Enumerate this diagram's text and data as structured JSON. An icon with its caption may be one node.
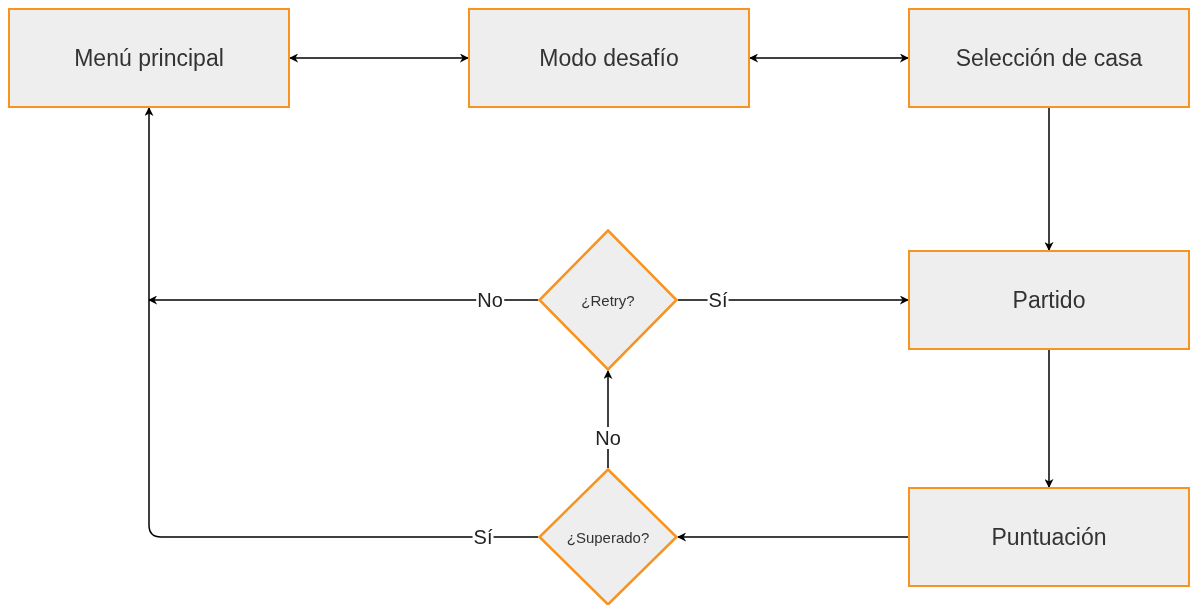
{
  "diagram": {
    "nodes": [
      {
        "text": [
          "Menú principal"
        ]
      },
      {
        "text": [
          "Modo desafío"
        ]
      },
      {
        "text": [
          "Selección de casa"
        ]
      },
      {
        "text": [
          "¿Retry?"
        ]
      },
      {
        "text": [
          "Partido"
        ]
      },
      {
        "text": [
          "¿Superado?"
        ]
      },
      {
        "text": [
          "Puntuación"
        ]
      }
    ],
    "edges": [
      {
        "from": 0,
        "to": 1,
        "arrow": "both"
      },
      {
        "from": 1,
        "to": 2,
        "arrow": "both"
      },
      {
        "from": 2,
        "to": 4,
        "arrow": "to"
      },
      {
        "from": 3,
        "to": 4,
        "arrow": "to",
        "label": "Sí"
      },
      {
        "from": 3,
        "to": null,
        "arrow": "to",
        "label": "No"
      },
      {
        "from": 4,
        "to": 6,
        "arrow": "to"
      },
      {
        "from": 6,
        "to": 5,
        "arrow": "to"
      },
      {
        "from": 5,
        "to": 3,
        "arrow": "to",
        "label": "No"
      },
      {
        "from": 5,
        "to": 0,
        "arrow": "to",
        "label": "Sí"
      }
    ]
  }
}
